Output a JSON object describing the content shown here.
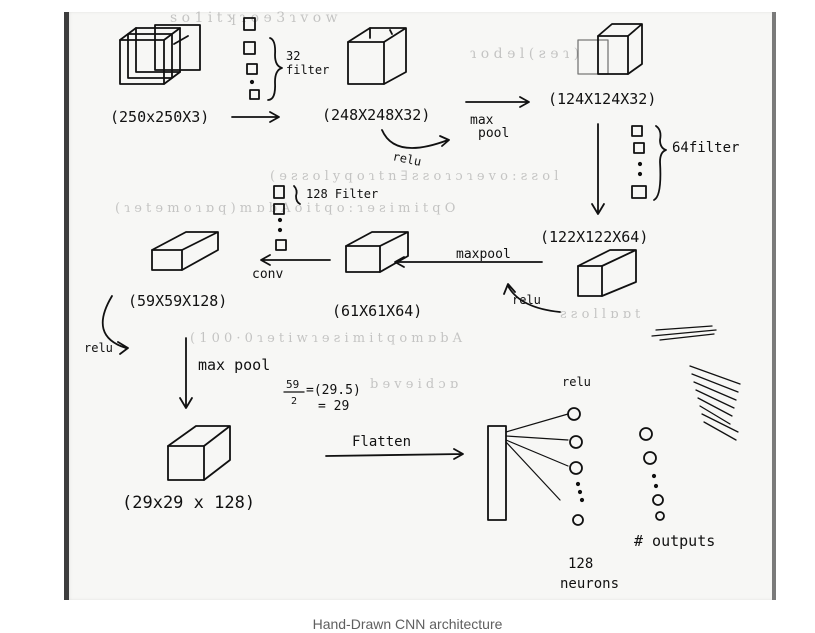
{
  "diagram": {
    "input_dims": "(250x250X3)",
    "filters_32": "32\nfilter",
    "conv1_dims": "(248X248X32)",
    "maxpool_1": "max\npool",
    "relu_1": "relu",
    "pool1_dims": "(124X124X32)",
    "filters_64": "64filter",
    "conv2_dims": "(122X122X64)",
    "relu_2": "relu",
    "maxpool_2": "maxpool",
    "pool2_dims": "(61X61X64)",
    "conv_label": "conv",
    "filters_128": "128 Filter",
    "conv3_dims": "(59X59X128)",
    "relu_3": "relu",
    "maxpool_3": "max pool",
    "calc_fraction_num": "59",
    "calc_fraction_den": "2",
    "calc_result": "=(29.5)",
    "calc_result2": "= 29",
    "pool3_dims": "(29x29 x 128)",
    "flatten_label": "Flatten",
    "relu_4": "relu",
    "hidden_count": "128",
    "hidden_label": "neurons",
    "outputs_label": "# outputs"
  },
  "caption": "Hand-Drawn CNN architecture"
}
